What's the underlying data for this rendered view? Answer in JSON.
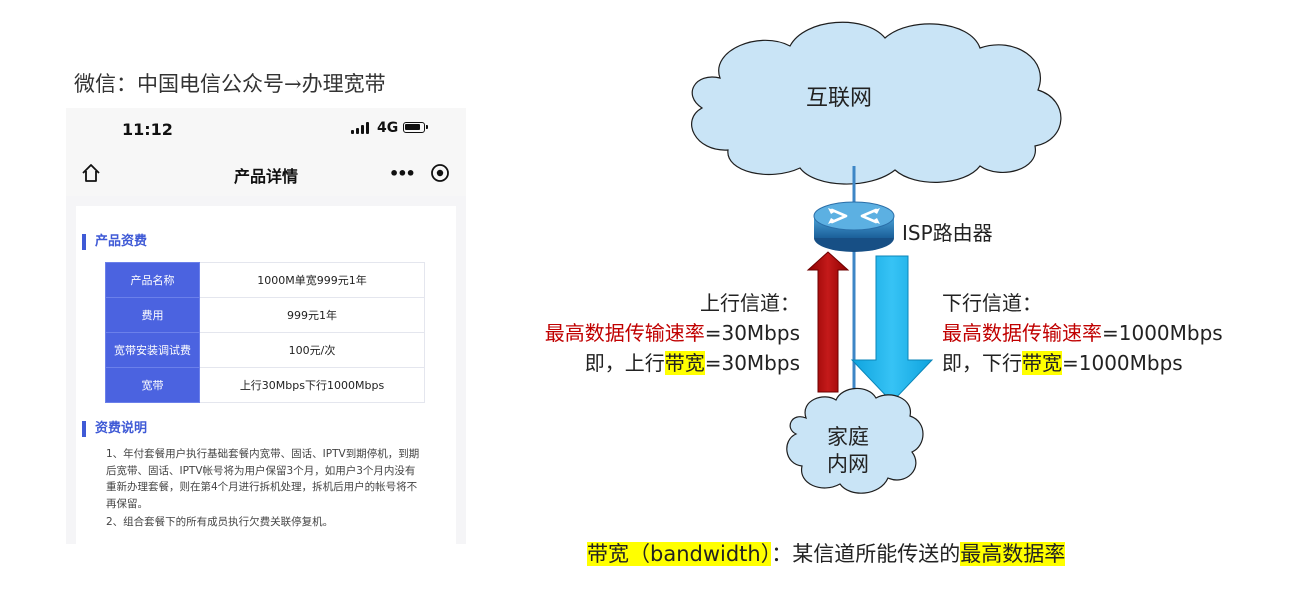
{
  "caption": "微信：中国电信公众号→办理宽带",
  "phone": {
    "status": {
      "time": "11:12",
      "network": "4G"
    },
    "nav": {
      "title": "产品详情"
    },
    "section1_title": "产品资费",
    "fee_table": [
      {
        "key": "产品名称",
        "value": "1000M单宽999元1年"
      },
      {
        "key": "费用",
        "value": "999元1年"
      },
      {
        "key": "宽带安装调试费",
        "value": "100元/次"
      },
      {
        "key": "宽带",
        "value": "上行30Mbps下行1000Mbps"
      }
    ],
    "section2_title": "资费说明",
    "notes": [
      "1、年付套餐用户执行基础套餐内宽带、固话、IPTV到期停机，到期后宽带、固话、IPTV帐号将为用户保留3个月，如用户3个月内没有重新办理套餐，则在第4个月进行拆机处理，拆机后用户的帐号将不再保留。",
      "2、组合套餐下的所有成员执行欠费关联停复机。"
    ]
  },
  "diagram": {
    "internet": "互联网",
    "isp_router": "ISP路由器",
    "home_network_line1": "家庭",
    "home_network_line2": "内网",
    "upstream": {
      "title": "上行信道：",
      "rate_label": "最高数据传输速率",
      "rate_value": "=30Mbps",
      "prefix": "即，上行",
      "bandwidth_word": "带宽",
      "bandwidth_value": "=30Mbps"
    },
    "downstream": {
      "title": "下行信道：",
      "rate_label": "最高数据传输速率",
      "rate_value": "=1000Mbps",
      "prefix": "即，下行",
      "bandwidth_word": "带宽",
      "bandwidth_value": "=1000Mbps"
    },
    "definition": {
      "term": "带宽（bandwidth）",
      "middle": "：某信道所能传送的",
      "highlight": "最高数据率"
    }
  },
  "colors": {
    "accent_blue": "#4b63e0",
    "red_text": "#c00000",
    "highlight": "#ffff00",
    "cloud_fill": "#c9e4f6",
    "up_arrow": "#b00000",
    "down_arrow": "#1ab4ec"
  },
  "icons": [
    "home-icon",
    "signal-icon",
    "battery-icon",
    "more-icon",
    "target-icon",
    "router-icon",
    "cloud-icon",
    "up-arrow-icon",
    "down-arrow-icon"
  ]
}
